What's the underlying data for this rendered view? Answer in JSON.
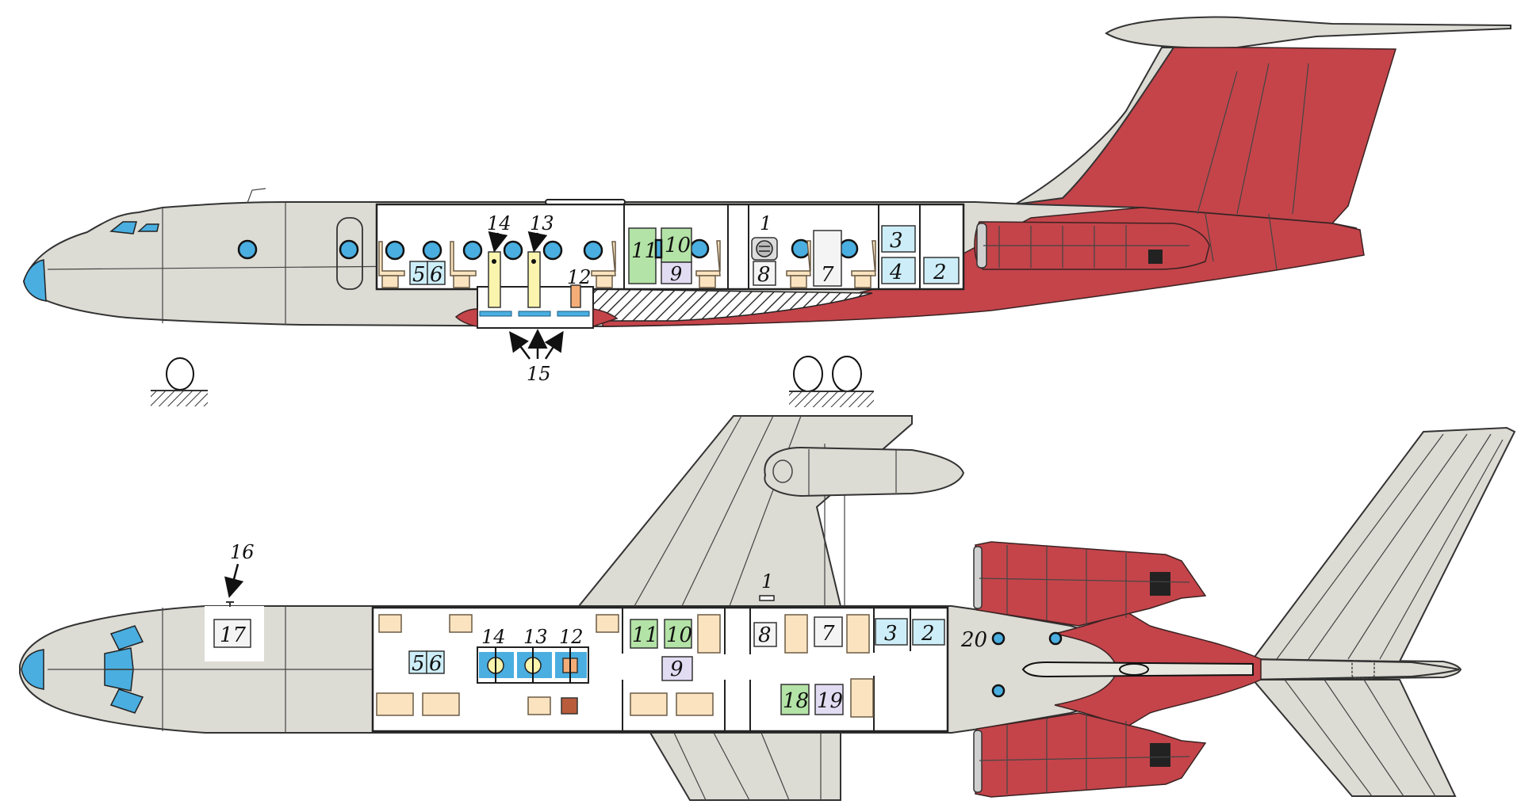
{
  "diagram": {
    "subject": "Tu-134 airliner conversion layout",
    "views": [
      "side-view",
      "bottom-plan-view"
    ],
    "colors": {
      "skin": "#dcdbd4",
      "engine_tail_red": "#c4444a",
      "glass_blue": "#4aaee0",
      "cabin_white": "#ffffff",
      "seat_tan": "#fbe3bf",
      "equipment_blue": "#cdeef8",
      "equipment_green": "#b3e3a6",
      "equipment_purple": "#e2dcf3",
      "equipment_yellow": "#fbf4ad",
      "equipment_orange": "#f5ad78",
      "equipment_brown": "#b85c3c"
    }
  },
  "side_view": {
    "labels": {
      "l1": "1",
      "l2": "2",
      "l3": "3",
      "l4": "4",
      "l5": "5",
      "l6": "6",
      "l7": "7",
      "l8": "8",
      "l9": "9",
      "l10": "10",
      "l11": "11",
      "l12": "12",
      "l13": "13",
      "l14": "14",
      "l15": "15"
    }
  },
  "plan_view": {
    "labels": {
      "l1": "1",
      "l2": "2",
      "l3": "3",
      "l5": "5",
      "l6": "6",
      "l7": "7",
      "l8": "8",
      "l9": "9",
      "l10": "10",
      "l11": "11",
      "l12": "12",
      "l13": "13",
      "l14": "14",
      "l16": "16",
      "l17": "17",
      "l18": "18",
      "l19": "19",
      "l20": "20"
    }
  }
}
